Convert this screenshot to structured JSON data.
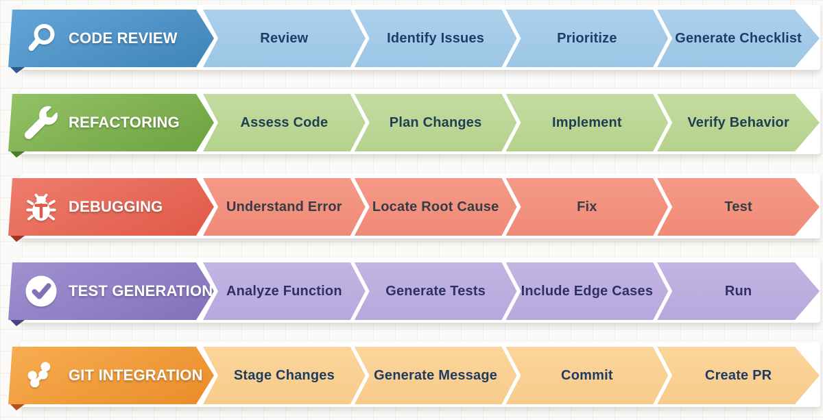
{
  "rows": [
    {
      "id": "code-review",
      "title": "CODE REVIEW",
      "icon": "magnifier-icon",
      "colors": {
        "header_from": "#63a5d6",
        "header_to": "#3f84b8",
        "fold": "#2a5d8a",
        "step_from": "#abd0ec",
        "step_to": "#9cc6e5",
        "step_text": "#1c3d66",
        "title_text": "#ffffff"
      },
      "steps": [
        "Review",
        "Identify Issues",
        "Prioritize",
        "Generate Checklist"
      ]
    },
    {
      "id": "refactoring",
      "title": "REFACTORING",
      "icon": "wrench-icon",
      "colors": {
        "header_from": "#93c267",
        "header_to": "#6da23f",
        "fold": "#4c7d28",
        "step_from": "#c3dba0",
        "step_to": "#b5d28d",
        "step_text": "#204052",
        "title_text": "#ffffff"
      },
      "steps": [
        "Assess Code",
        "Plan Changes",
        "Implement",
        "Verify Behavior"
      ]
    },
    {
      "id": "debugging",
      "title": "DEBUGGING",
      "icon": "bug-icon",
      "colors": {
        "header_from": "#ef7d6c",
        "header_to": "#e05948",
        "fold": "#a33527",
        "step_from": "#f49a87",
        "step_to": "#f08a77",
        "step_text": "#363b44",
        "title_text": "#ffffff"
      },
      "steps": [
        "Understand Error",
        "Locate Root Cause",
        "Fix",
        "Test"
      ]
    },
    {
      "id": "test-generation",
      "title": "TEST GENERATION",
      "icon": "check-circle-icon",
      "colors": {
        "header_from": "#a091d2",
        "header_to": "#8271b8",
        "fold": "#4f4189",
        "step_from": "#c2b5e3",
        "step_to": "#b6a8dc",
        "step_text": "#2e3061",
        "title_text": "#ffffff"
      },
      "steps": [
        "Analyze Function",
        "Generate Tests",
        "Include Edge Cases",
        "Run"
      ]
    },
    {
      "id": "git-integration",
      "title": "GIT INTEGRATION",
      "icon": "git-branch-icon",
      "colors": {
        "header_from": "#f7ad52",
        "header_to": "#ea8c28",
        "fold": "#b3511f",
        "step_from": "#fbd59c",
        "step_to": "#f8cb8a",
        "step_text": "#1d3c60",
        "title_text": "#ffffff"
      },
      "steps": [
        "Stage Changes",
        "Generate Message",
        "Commit",
        "Create PR"
      ]
    }
  ]
}
